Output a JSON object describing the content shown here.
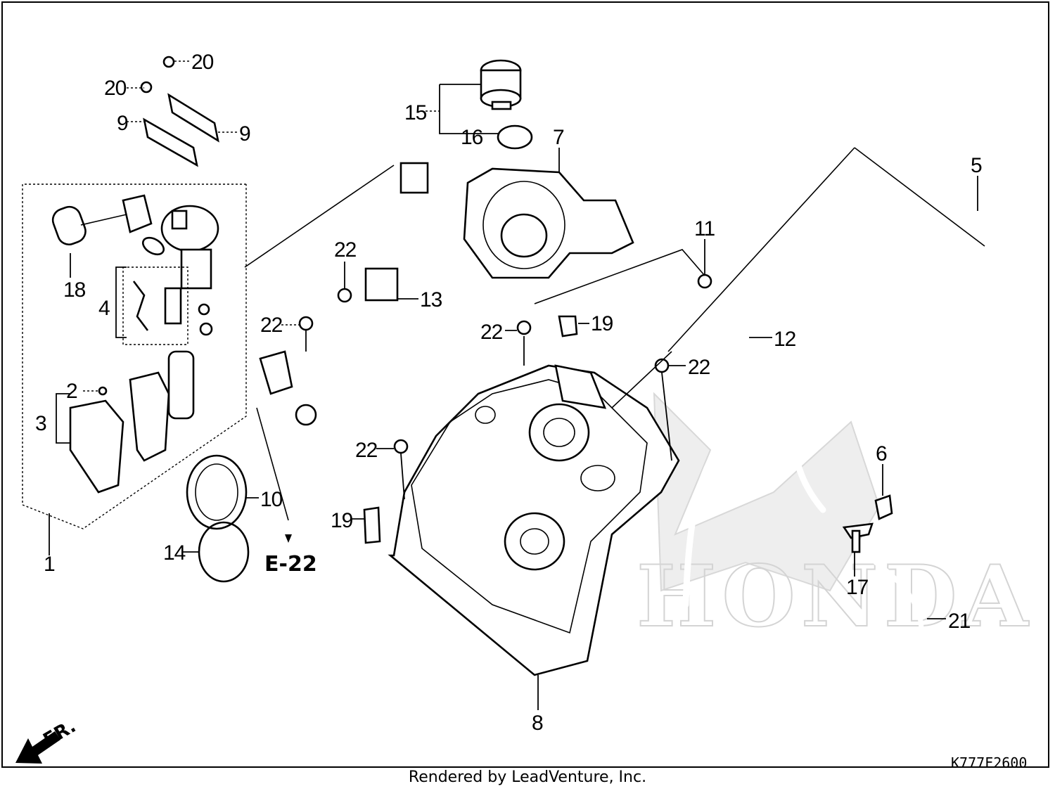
{
  "diagram": {
    "watermark": "HONDA",
    "ref_label": "E-22",
    "front_label": "FR.",
    "drawing_code": "K777F2600",
    "callouts": [
      {
        "id": "c1",
        "num": "1"
      },
      {
        "id": "c2",
        "num": "2"
      },
      {
        "id": "c3",
        "num": "3"
      },
      {
        "id": "c4",
        "num": "4"
      },
      {
        "id": "c5",
        "num": "5"
      },
      {
        "id": "c6",
        "num": "6"
      },
      {
        "id": "c7",
        "num": "7"
      },
      {
        "id": "c8",
        "num": "8"
      },
      {
        "id": "c9a",
        "num": "9"
      },
      {
        "id": "c9b",
        "num": "9"
      },
      {
        "id": "c10",
        "num": "10"
      },
      {
        "id": "c11",
        "num": "11"
      },
      {
        "id": "c12",
        "num": "12"
      },
      {
        "id": "c13",
        "num": "13"
      },
      {
        "id": "c14",
        "num": "14"
      },
      {
        "id": "c15",
        "num": "15"
      },
      {
        "id": "c16",
        "num": "16"
      },
      {
        "id": "c17",
        "num": "17"
      },
      {
        "id": "c18",
        "num": "18"
      },
      {
        "id": "c19a",
        "num": "19"
      },
      {
        "id": "c19b",
        "num": "19"
      },
      {
        "id": "c20a",
        "num": "20"
      },
      {
        "id": "c20b",
        "num": "20"
      },
      {
        "id": "c21",
        "num": "21"
      },
      {
        "id": "c22a",
        "num": "22"
      },
      {
        "id": "c22b",
        "num": "22"
      },
      {
        "id": "c22c",
        "num": "22"
      },
      {
        "id": "c22d",
        "num": "22"
      },
      {
        "id": "c22e",
        "num": "22"
      }
    ]
  },
  "footer": {
    "credit": "Rendered by LeadVenture, Inc."
  }
}
